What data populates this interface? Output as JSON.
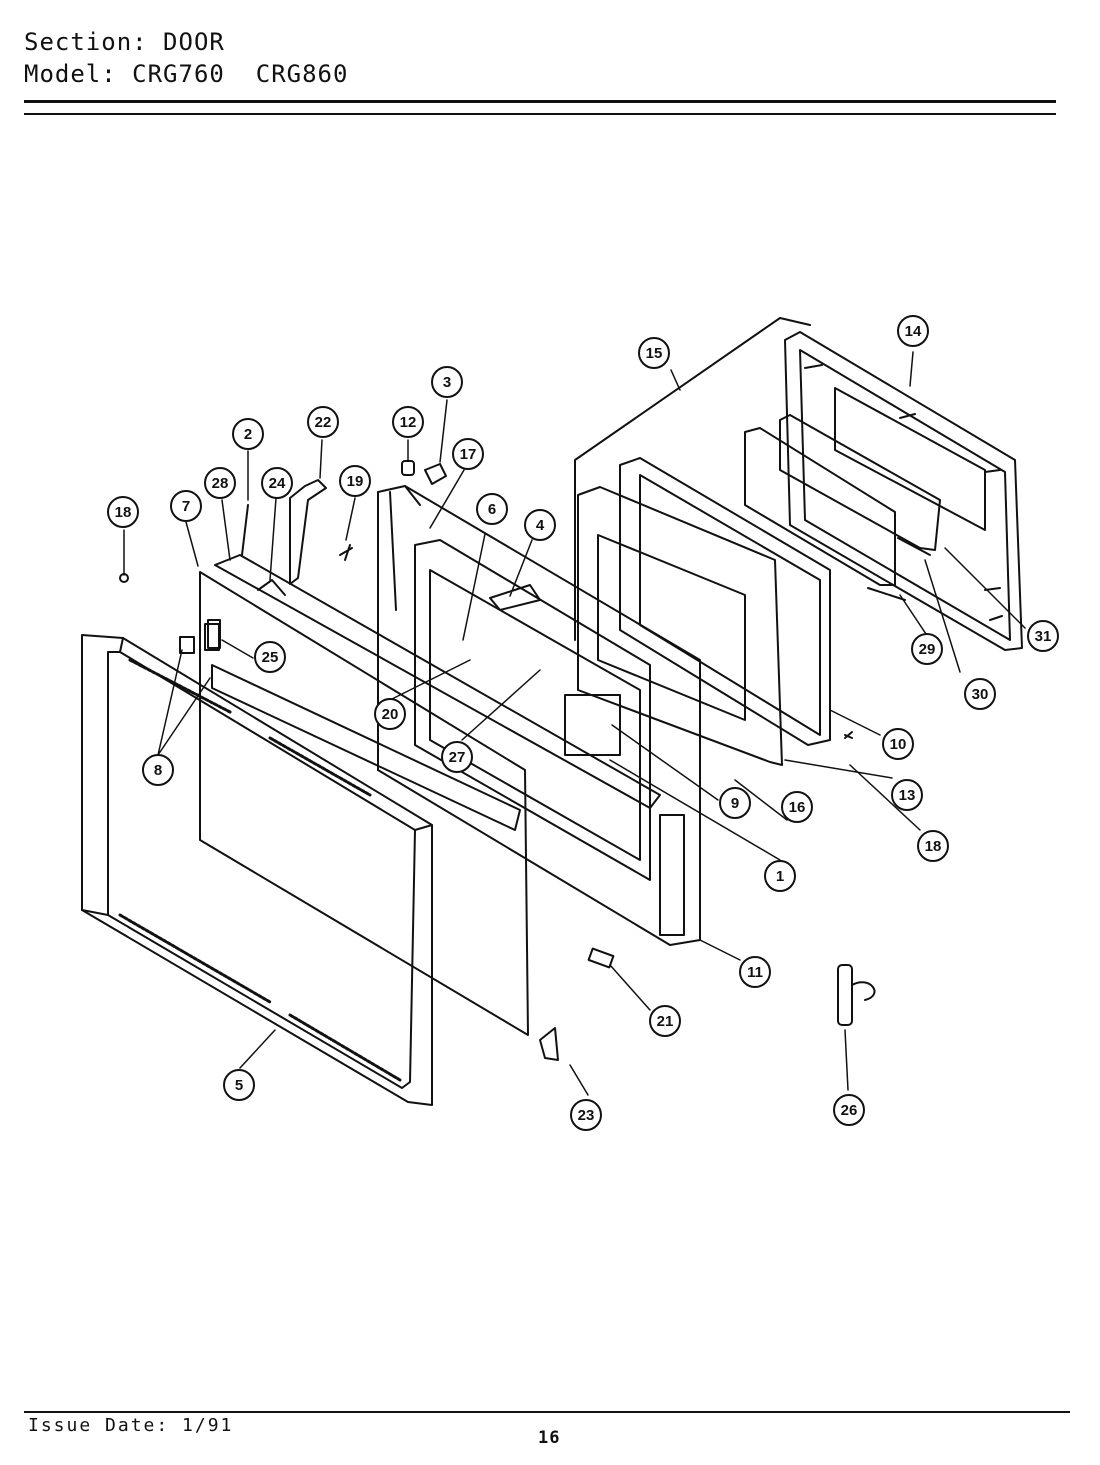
{
  "header": {
    "section_label": "Section:",
    "section_value": "DOOR",
    "model_label": "Model:",
    "model_values": "CRG760  CRG860"
  },
  "footer": {
    "issue_date": "Issue Date: 1/91",
    "page_number": "16"
  },
  "callouts": [
    "1",
    "2",
    "3",
    "4",
    "5",
    "6",
    "7",
    "8",
    "9",
    "10",
    "11",
    "12",
    "13",
    "14",
    "15",
    "16",
    "17",
    "18",
    "19",
    "20",
    "21",
    "22",
    "23",
    "24",
    "25",
    "26",
    "27",
    "28",
    "29",
    "30",
    "31"
  ]
}
